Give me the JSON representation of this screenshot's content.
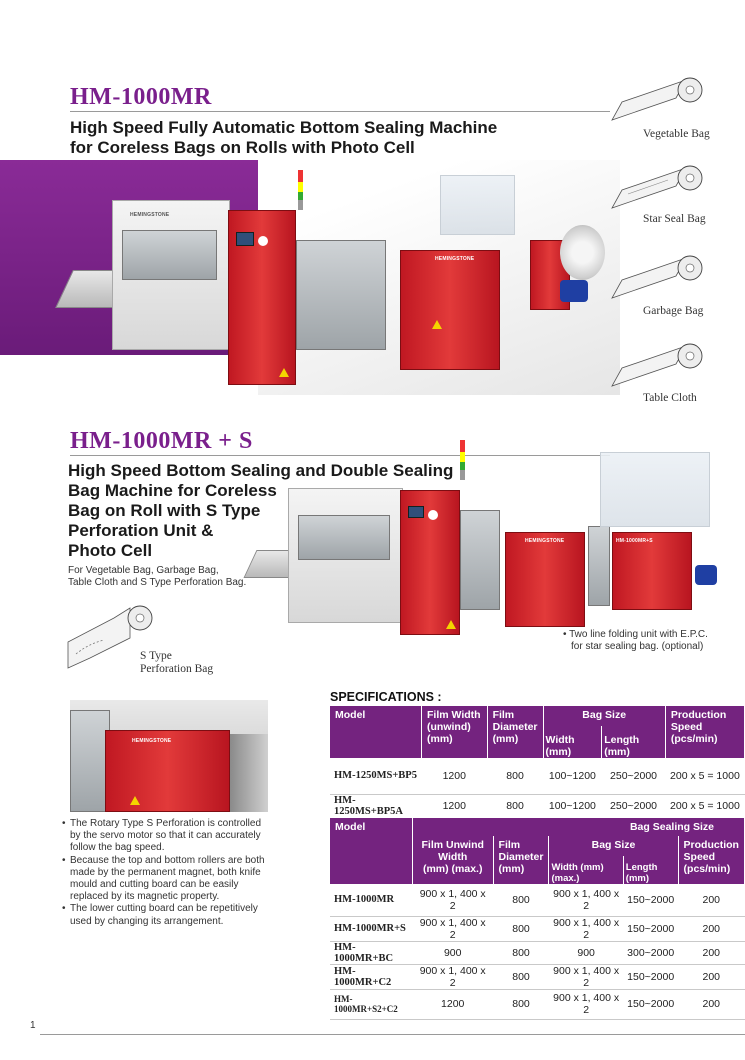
{
  "section1": {
    "model": "HM-1000MR",
    "subtitle_line1": "High Speed Fully Automatic Bottom Sealing Machine",
    "subtitle_line2": "for Coreless Bags on Rolls with Photo Cell",
    "machine_brand": "HEMINGSTONE",
    "machine_brand_short": "HEMINGSTONE"
  },
  "bag_types": [
    {
      "label": "Vegetable Bag",
      "icon": "vegetable-bag-roll-icon"
    },
    {
      "label": "Star Seal Bag",
      "icon": "star-seal-bag-roll-icon"
    },
    {
      "label": "Garbage Bag",
      "icon": "garbage-bag-roll-icon"
    },
    {
      "label": "Table Cloth",
      "icon": "table-cloth-roll-icon"
    }
  ],
  "section2": {
    "model": "HM-1000MR + S",
    "subtitle_lines": [
      "High Speed Bottom Sealing and Double Sealing",
      "Bag Machine for Coreless",
      "Bag on Roll with S Type",
      "Perforation Unit &",
      "Photo Cell"
    ],
    "description_line1": "For Vegetable Bag, Garbage Bag,",
    "description_line2": "Table Cloth and S Type Perforation Bag.",
    "perforation_label_line1": "S Type",
    "perforation_label_line2": "Perforation Bag",
    "machine_plate": "HM-1000MR+S",
    "note_line1": "• Two line folding unit with E.P.C.",
    "note_line2": "for star sealing bag. (optional)"
  },
  "features": [
    "The Rotary Type S Perforation is controlled by the servo motor so that it can accurately follow the bag speed.",
    "Because the top and bottom rollers are both made by the permanent magnet, both knife mould and cutting board can be easily replaced by its magnetic property.",
    "The lower cutting board can be repetitively used by changing its arrangement."
  ],
  "specs1": {
    "heading": "SPECIFICATIONS :",
    "headers": {
      "model": "Model",
      "film_width": [
        "Film Width",
        "(unwind)",
        "(mm)"
      ],
      "film_diameter": [
        "Film",
        "Diameter",
        "(mm)"
      ],
      "bag_size": "Bag Size",
      "width": "Width (mm)",
      "length": "Length (mm)",
      "speed": [
        "Production",
        "Speed",
        "(pcs/min)"
      ]
    },
    "rows": [
      {
        "model": "HM-1250MS+BP5",
        "film_width": "1200",
        "diameter": "800",
        "width": "100~1200",
        "length": "250~2000",
        "speed": "200 x 5 = 1000"
      },
      {
        "model": "HM-1250MS+BP5A",
        "film_width": "1200",
        "diameter": "800",
        "width": "100~1200",
        "length": "250~2000",
        "speed": "200 x 5 = 1000"
      }
    ]
  },
  "specs2": {
    "headers": {
      "model": "Model",
      "bag_sealing": "Bag Sealing Size",
      "film_unwind": [
        "Film Unwind",
        "Width",
        "(mm) (max.)"
      ],
      "film_diameter": [
        "Film",
        "Diameter",
        "(mm)"
      ],
      "bag_size": "Bag Size",
      "width": "Width (mm)(max.)",
      "length": "Length (mm)",
      "speed": [
        "Production",
        "Speed",
        "(pcs/min)"
      ]
    },
    "rows": [
      {
        "model": "HM-1000MR",
        "film_width": "900 x 1, 400 x 2",
        "diameter": "800",
        "width": "900 x 1, 400 x 2",
        "length": "150~2000",
        "speed": "200"
      },
      {
        "model": "HM-1000MR+S",
        "film_width": "900 x 1, 400 x 2",
        "diameter": "800",
        "width": "900 x 1, 400 x 2",
        "length": "150~2000",
        "speed": "200"
      },
      {
        "model": "HM-1000MR+BC",
        "film_width": "900",
        "diameter": "800",
        "width": "900",
        "length": "300~2000",
        "speed": "200"
      },
      {
        "model": "HM-1000MR+C2",
        "film_width": "900 x 1, 400 x 2",
        "diameter": "800",
        "width": "900 x 1, 400 x 2",
        "length": "150~2000",
        "speed": "200"
      },
      {
        "model": "HM-1000MR+S2+C2",
        "film_width": "1200",
        "diameter": "800",
        "width": "900 x 1, 400 x 2",
        "length": "150~2000",
        "speed": "200"
      }
    ]
  },
  "page_number": "1",
  "colors": {
    "accent": "#74237f",
    "purple_band": "#7b2388",
    "machine_red": "#d42a2e"
  }
}
